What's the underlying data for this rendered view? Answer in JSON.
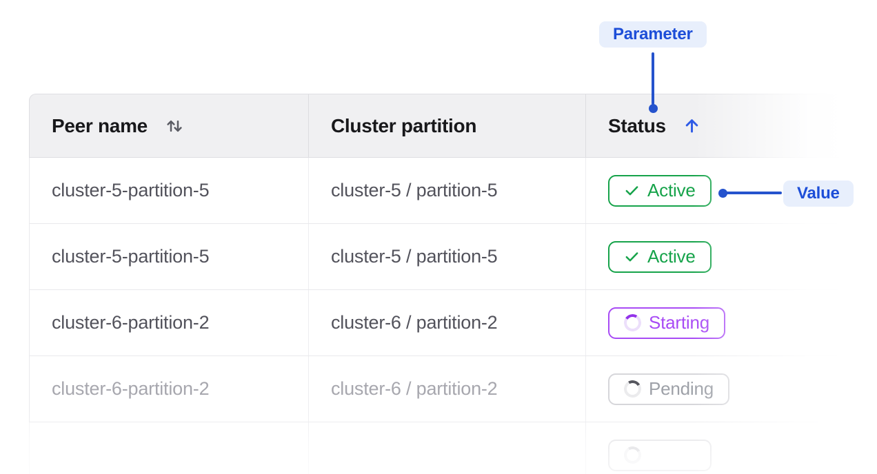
{
  "annotations": {
    "parameter": {
      "label": "Parameter"
    },
    "value": {
      "label": "Value"
    }
  },
  "table": {
    "columns": [
      {
        "label": "Peer name",
        "sort": "sortable"
      },
      {
        "label": "Cluster partition",
        "sort": "none"
      },
      {
        "label": "Status",
        "sort": "ascending"
      }
    ],
    "rows": [
      {
        "peer_name": "cluster-5-partition-5",
        "cluster_partition": "cluster-5 / partition-5",
        "status": "Active",
        "status_kind": "active"
      },
      {
        "peer_name": "cluster-5-partition-5",
        "cluster_partition": "cluster-5 / partition-5",
        "status": "Active",
        "status_kind": "active"
      },
      {
        "peer_name": "cluster-6-partition-2",
        "cluster_partition": "cluster-6 / partition-2",
        "status": "Starting",
        "status_kind": "starting"
      },
      {
        "peer_name": "cluster-6-partition-2",
        "cluster_partition": "cluster-6 / partition-2",
        "status": "Pending",
        "status_kind": "pending",
        "muted": true
      },
      {
        "peer_name": "",
        "cluster_partition": "",
        "status": "",
        "status_kind": "pending",
        "partial": true
      }
    ]
  },
  "colors": {
    "accent-blue": "#1d4ed8",
    "annotation-line": "#2553cd",
    "annotation-pill-bg": "#e8effc",
    "sort-arrow-blue": "#2e5be6",
    "status-green": "#16a34a",
    "status-purple": "#a84bf5",
    "purple-spinner-arc": "#9333ea",
    "purple-spinner-ring": "#ecdffb",
    "pending-border": "#d6d6da",
    "pending-text": "#9ea1a8",
    "pending-spinner-arc": "#55565e",
    "pending-spinner-ring": "#ebebed",
    "header-bg": "#f0f0f2",
    "header-text": "#18181b",
    "header-divider": "#dddde1",
    "body-text": "#52525b",
    "muted-text": "#a7a7ae",
    "border": "#dedee2",
    "row-border": "#e9e9ec",
    "col-divider": "#ededf0",
    "sort-icon-gray": "#5a5b63"
  }
}
